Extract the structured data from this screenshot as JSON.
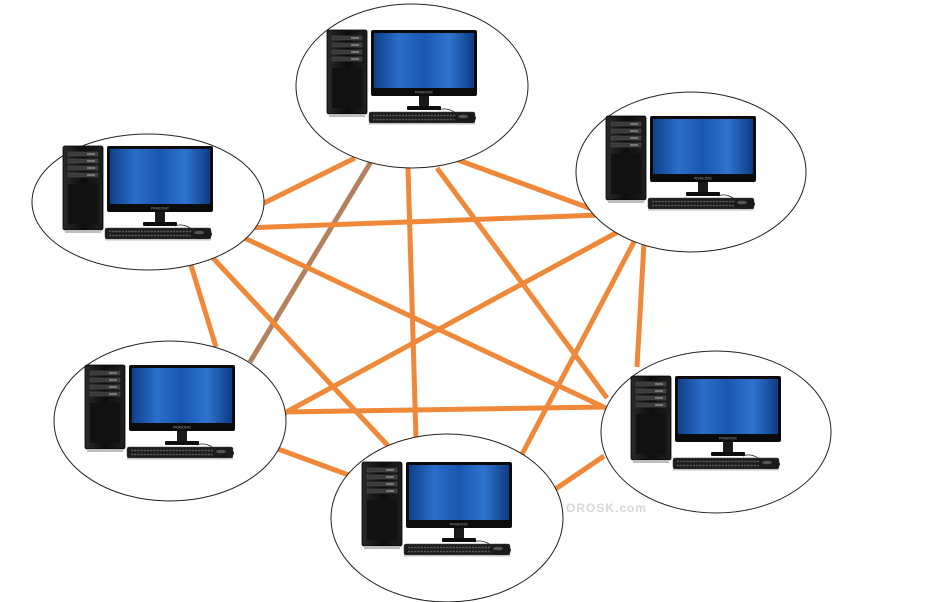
{
  "diagram": {
    "topology": "full-mesh",
    "colors": {
      "link": "#f0883a",
      "link_alt": "#b58060",
      "node_outline": "#222222",
      "screen": "#1a57b0",
      "tower": "#141414",
      "background": "#ffffff"
    },
    "monitor_brand": "PRASONIC",
    "watermark": "OROSK.com",
    "nodes": [
      {
        "id": "pc-top",
        "icon": "desktop-computer-icon"
      },
      {
        "id": "pc-upper-left",
        "icon": "desktop-computer-icon"
      },
      {
        "id": "pc-upper-right",
        "icon": "desktop-computer-icon"
      },
      {
        "id": "pc-lower-left",
        "icon": "desktop-computer-icon"
      },
      {
        "id": "pc-bottom",
        "icon": "desktop-computer-icon"
      },
      {
        "id": "pc-lower-right",
        "icon": "desktop-computer-icon"
      }
    ],
    "links": [
      {
        "from": "pc-top",
        "to": "pc-upper-left"
      },
      {
        "from": "pc-top",
        "to": "pc-upper-right"
      },
      {
        "from": "pc-top",
        "to": "pc-lower-left",
        "style": "alt"
      },
      {
        "from": "pc-top",
        "to": "pc-bottom"
      },
      {
        "from": "pc-top",
        "to": "pc-lower-right"
      },
      {
        "from": "pc-upper-left",
        "to": "pc-upper-right"
      },
      {
        "from": "pc-upper-left",
        "to": "pc-lower-left"
      },
      {
        "from": "pc-upper-left",
        "to": "pc-bottom"
      },
      {
        "from": "pc-upper-left",
        "to": "pc-lower-right"
      },
      {
        "from": "pc-upper-right",
        "to": "pc-lower-left"
      },
      {
        "from": "pc-upper-right",
        "to": "pc-bottom"
      },
      {
        "from": "pc-upper-right",
        "to": "pc-lower-right"
      },
      {
        "from": "pc-lower-left",
        "to": "pc-bottom"
      },
      {
        "from": "pc-lower-left",
        "to": "pc-lower-right"
      },
      {
        "from": "pc-bottom",
        "to": "pc-lower-right"
      }
    ]
  }
}
